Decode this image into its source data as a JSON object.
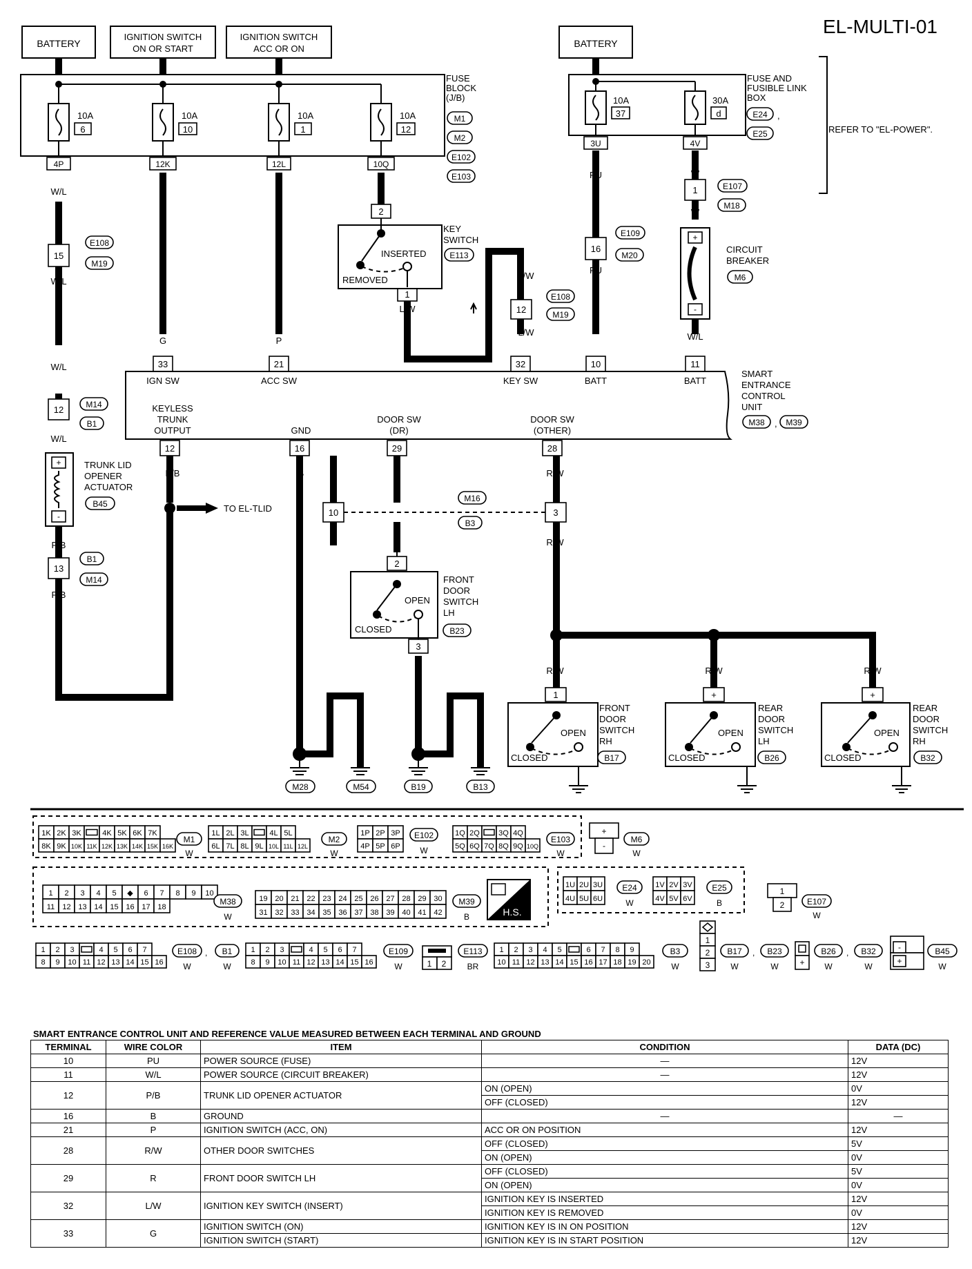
{
  "title": "EL-MULTI-01",
  "sources": {
    "battery_left": "BATTERY",
    "ign_on_start": [
      "IGNITION SWITCH",
      "ON OR START"
    ],
    "ign_acc_on": [
      "IGNITION SWITCH",
      "ACC OR ON"
    ],
    "battery_right": "BATTERY"
  },
  "fuse_block": {
    "label": [
      "FUSE",
      "BLOCK",
      "(J/B)"
    ],
    "connectors": [
      "M1",
      "M2",
      "E102",
      "E103"
    ],
    "fuses": [
      {
        "rating": "10A",
        "num": "6",
        "term": "4P"
      },
      {
        "rating": "10A",
        "num": "10",
        "term": "12K"
      },
      {
        "rating": "10A",
        "num": "1",
        "term": "12L"
      },
      {
        "rating": "10A",
        "num": "12",
        "term": "10Q"
      }
    ]
  },
  "fusible_link": {
    "label": [
      "FUSE AND",
      "FUSIBLE LINK",
      "BOX"
    ],
    "connectors": [
      "E24",
      "E25"
    ],
    "refer": "REFER TO \"EL-POWER\".",
    "fuses": [
      {
        "rating": "10A",
        "num": "37",
        "term": "3U"
      },
      {
        "rating": "30A",
        "num": "d",
        "term": "4V"
      }
    ]
  },
  "wire_colors": {
    "wl": "W/L",
    "g": "G",
    "p": "P",
    "r": "R",
    "pu": "PU",
    "w": "W",
    "lw": "L/W",
    "pb": "P/B",
    "b": "B",
    "rw": "R/W"
  },
  "terminals": {
    "t15": "15",
    "t12": "12",
    "t13": "13",
    "t2": "2",
    "t1": "1",
    "t16": "16",
    "t33": "33",
    "t21": "21",
    "t32": "32",
    "t10": "10",
    "t11": "11",
    "t29": "29",
    "t28": "28",
    "t3": "3",
    "plus": "+",
    "minus": "-"
  },
  "connector_tags": {
    "e108": "E108",
    "m19": "M19",
    "m14": "M14",
    "b1": "B1",
    "b45": "B45",
    "e113": "E113",
    "e107": "E107",
    "m18": "M18",
    "e109": "E109",
    "m20": "M20",
    "m6": "M6",
    "m16": "M16",
    "b3": "B3",
    "b23": "B23",
    "b17": "B17",
    "b26": "B26",
    "b32": "B32",
    "m28": "M28",
    "m54": "M54",
    "b19": "B19",
    "b13": "B13",
    "m38": "M38",
    "m39": "M39"
  },
  "components": {
    "key_switch": [
      "KEY",
      "SWITCH"
    ],
    "key_inserted": "INSERTED",
    "key_removed": "REMOVED",
    "circuit_breaker": [
      "CIRCUIT",
      "BREAKER"
    ],
    "trunk_lid": [
      "TRUNK LID",
      "OPENER",
      "ACTUATOR"
    ],
    "to_el_tlid": "TO EL-TLID",
    "front_door_lh": [
      "FRONT",
      "DOOR",
      "SWITCH",
      "LH"
    ],
    "front_door_rh": [
      "FRONT",
      "DOOR",
      "SWITCH",
      "RH"
    ],
    "rear_door_lh": [
      "REAR",
      "DOOR",
      "SWITCH",
      "LH"
    ],
    "rear_door_rh": [
      "REAR",
      "DOOR",
      "SWITCH",
      "RH"
    ],
    "open": "OPEN",
    "closed": "CLOSED"
  },
  "control_unit": {
    "label": [
      "SMART",
      "ENTRANCE",
      "CONTROL",
      "UNIT"
    ],
    "pins": {
      "ign_sw": "IGN SW",
      "acc_sw": "ACC SW",
      "key_sw": "KEY SW",
      "batt": "BATT",
      "keyless": [
        "KEYLESS",
        "TRUNK",
        "OUTPUT"
      ],
      "gnd": "GND",
      "door_dr": [
        "DOOR SW",
        "(DR)"
      ],
      "door_other": [
        "DOOR SW",
        "(OTHER)"
      ]
    }
  },
  "connector_views": {
    "m1_top": [
      "1K",
      "2K",
      "3K",
      "",
      "4K",
      "5K",
      "6K",
      "7K"
    ],
    "m1_bot": [
      "8K",
      "9K",
      "10K",
      "11K",
      "12K",
      "13K",
      "14K",
      "15K",
      "16K"
    ],
    "m2_top": [
      "1L",
      "2L",
      "3L",
      "",
      "4L",
      "5L"
    ],
    "m2_bot": [
      "6L",
      "7L",
      "8L",
      "9L",
      "10L",
      "11L",
      "12L"
    ],
    "e102_top": [
      "1P",
      "2P",
      "3P"
    ],
    "e102_bot": [
      "4P",
      "5P",
      "6P"
    ],
    "e103_top": [
      "1Q",
      "2Q",
      "",
      "3Q",
      "4Q"
    ],
    "e103_bot": [
      "5Q",
      "6Q",
      "7Q",
      "8Q",
      "9Q",
      "10Q"
    ],
    "m38_top": [
      "1",
      "2",
      "3",
      "4",
      "5",
      "◆",
      "6",
      "7",
      "8",
      "9",
      "10"
    ],
    "m38_bot": [
      "11",
      "12",
      "13",
      "14",
      "15",
      "16",
      "17",
      "18"
    ],
    "m39_top": [
      "19",
      "20",
      "21",
      "22",
      "23",
      "24",
      "25",
      "26",
      "27",
      "28",
      "29",
      "30"
    ],
    "m39_bot": [
      "31",
      "32",
      "33",
      "34",
      "35",
      "36",
      "37",
      "38",
      "39",
      "40",
      "41",
      "42"
    ],
    "e24_top": [
      "1U",
      "2U",
      "3U"
    ],
    "e24_bot": [
      "4U",
      "5U",
      "6U"
    ],
    "e25_top": [
      "1V",
      "2V",
      "3V"
    ],
    "e25_bot": [
      "4V",
      "5V",
      "6V"
    ],
    "e108_top": [
      "1",
      "2",
      "3",
      "",
      "4",
      "5",
      "6",
      "7"
    ],
    "e108_bot": [
      "8",
      "9",
      "10",
      "11",
      "12",
      "13",
      "14",
      "15",
      "16"
    ],
    "b3_top": [
      "1",
      "2",
      "3",
      "4",
      "5",
      "",
      "6",
      "7",
      "8",
      "9"
    ],
    "b3_bot": [
      "10",
      "11",
      "12",
      "13",
      "14",
      "15",
      "16",
      "17",
      "18",
      "19",
      "20"
    ],
    "hs": "H.S.",
    "colors": {
      "m1": "W",
      "m2": "W",
      "e102": "W",
      "e103": "W",
      "m6": "W",
      "m38": "W",
      "m39": "B",
      "e24": "W",
      "e25": "B",
      "e107": "W",
      "e108b1": "W",
      "b1": "W",
      "e109": "W",
      "e113": "BR",
      "b3": "W",
      "b17": "W",
      "b23": "W",
      "b26": "W",
      "b32": "W",
      "b45": "W"
    }
  },
  "reference_table": {
    "title": "SMART ENTRANCE CONTROL UNIT AND REFERENCE VALUE MEASURED BETWEEN EACH TERMINAL AND GROUND",
    "headers": [
      "TERMINAL",
      "WIRE COLOR",
      "ITEM",
      "CONDITION",
      "DATA (DC)"
    ],
    "rows": [
      {
        "terminal": "10",
        "wire": "PU",
        "item": "POWER SOURCE (FUSE)",
        "conditions": [
          "—"
        ],
        "data": [
          "12V"
        ]
      },
      {
        "terminal": "11",
        "wire": "W/L",
        "item": "POWER SOURCE (CIRCUIT BREAKER)",
        "conditions": [
          "—"
        ],
        "data": [
          "12V"
        ]
      },
      {
        "terminal": "12",
        "wire": "P/B",
        "item": "TRUNK LID OPENER ACTUATOR",
        "conditions": [
          "ON (OPEN)",
          "OFF (CLOSED)"
        ],
        "data": [
          "0V",
          "12V"
        ]
      },
      {
        "terminal": "16",
        "wire": "B",
        "item": "GROUND",
        "conditions": [
          "—"
        ],
        "data": [
          "—"
        ]
      },
      {
        "terminal": "21",
        "wire": "P",
        "item": "IGNITION SWITCH (ACC, ON)",
        "conditions": [
          "ACC OR ON POSITION"
        ],
        "data": [
          "12V"
        ]
      },
      {
        "terminal": "28",
        "wire": "R/W",
        "item": "OTHER DOOR SWITCHES",
        "conditions": [
          "OFF (CLOSED)",
          "ON (OPEN)"
        ],
        "data": [
          "5V",
          "0V"
        ]
      },
      {
        "terminal": "29",
        "wire": "R",
        "item": "FRONT DOOR SWITCH LH",
        "conditions": [
          "OFF (CLOSED)",
          "ON (OPEN)"
        ],
        "data": [
          "5V",
          "0V"
        ]
      },
      {
        "terminal": "32",
        "wire": "L/W",
        "item": "IGNITION KEY SWITCH (INSERT)",
        "conditions": [
          "IGNITION KEY IS INSERTED",
          "IGNITION KEY IS REMOVED"
        ],
        "data": [
          "12V",
          "0V"
        ]
      },
      {
        "terminal": "33",
        "wire": "G",
        "item": "IGNITION SWITCH (ON)|IGNITION SWITCH (START)",
        "conditions": [
          "IGNITION KEY IS IN ON POSITION",
          "IGNITION KEY IS IN START POSITION"
        ],
        "data": [
          "12V",
          "12V"
        ]
      }
    ]
  }
}
